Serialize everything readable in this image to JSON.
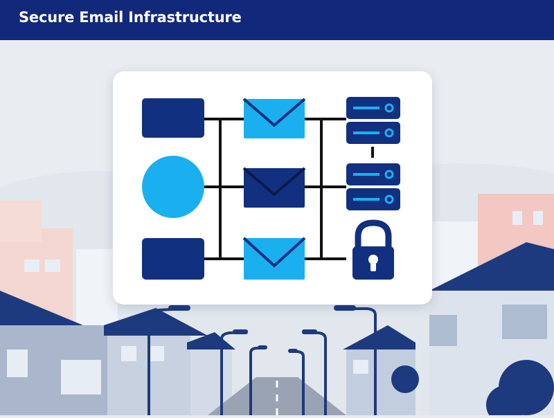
{
  "header": {
    "title": "Secure Email Infrastructure"
  },
  "colors": {
    "header_bg": "#12287a",
    "navy": "#123080",
    "light_blue": "#1ab0f0",
    "line": "#111111",
    "card_bg": "#ffffff",
    "sky": "#e9edf2",
    "roof": "#1e3a7e",
    "building_light": "#c7d1e0",
    "building_pink": "#f3c8c2",
    "road": "#9aa3b4"
  },
  "diagram": {
    "sources": [
      {
        "shape": "rounded-rect",
        "icon": "source-block",
        "color": "navy"
      },
      {
        "shape": "circle",
        "icon": "source-circle",
        "color": "light_blue"
      },
      {
        "shape": "rounded-rect",
        "icon": "source-block",
        "color": "navy"
      }
    ],
    "emails": [
      {
        "icon": "envelope-icon",
        "color": "light_blue"
      },
      {
        "icon": "envelope-icon",
        "color": "navy"
      },
      {
        "icon": "envelope-icon",
        "color": "light_blue"
      }
    ],
    "servers": [
      {
        "icon": "server-icon"
      },
      {
        "icon": "server-icon"
      },
      {
        "icon": "server-icon"
      },
      {
        "icon": "server-icon"
      }
    ],
    "security": {
      "icon": "padlock-icon"
    }
  }
}
